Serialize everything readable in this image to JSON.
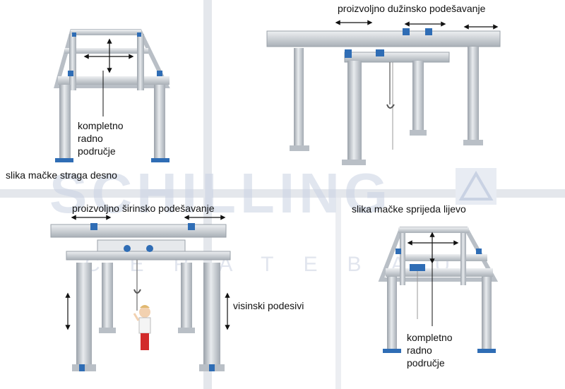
{
  "labels": {
    "lengthwise": "proizvoljno dužinsko podešavanje",
    "rear_right_caption": "slika mačke straga desno",
    "working_area_top_1": "kompletno",
    "working_area_top_2": "radno",
    "working_area_top_3": "područje",
    "widthwise": "proizvoljno širinsko podešavanje",
    "front_left_caption": "slika mačke sprijeda lijevo",
    "height_adjustable": "visinski podesivi",
    "working_area_bottom_1": "kompletno",
    "working_area_bottom_2": "radno",
    "working_area_bottom_3": "područje"
  },
  "watermark": {
    "brand": "SCHILLING",
    "sub": "CERATEBAU"
  },
  "colors": {
    "frame": "#c8cdd3",
    "frame_dark": "#8f959c",
    "accent_blue": "#2f6db5",
    "watermark": "#c9d2e3",
    "divider": "#d9dde4"
  }
}
